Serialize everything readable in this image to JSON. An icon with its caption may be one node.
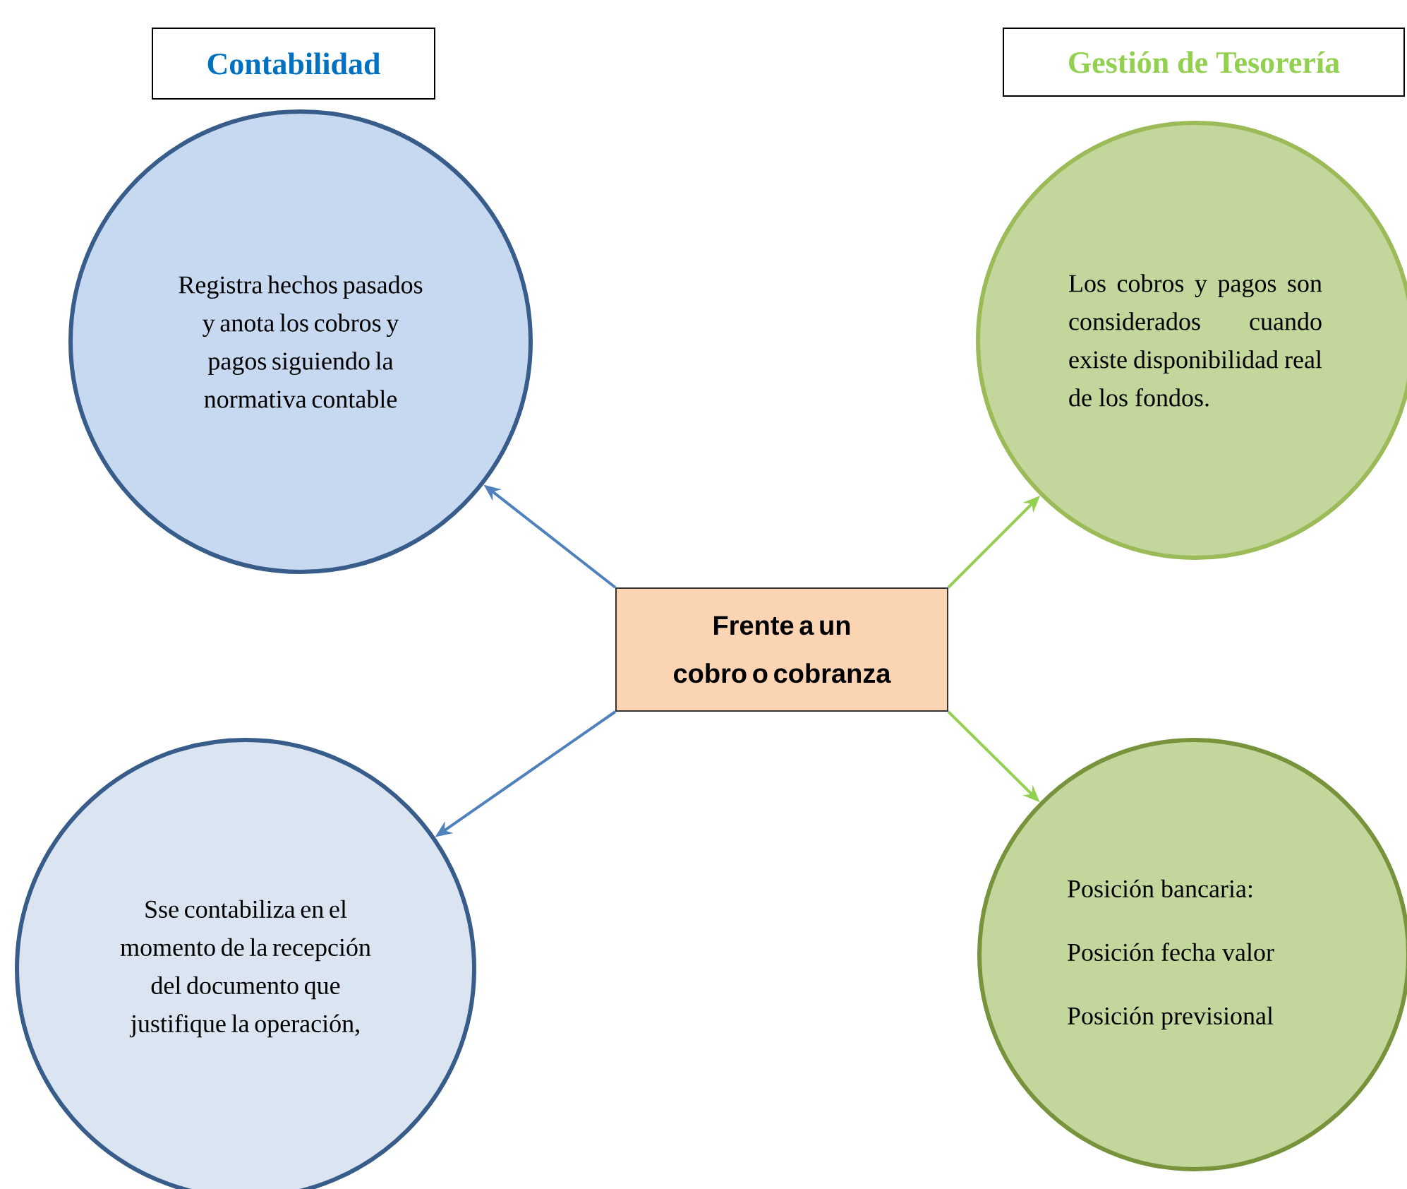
{
  "diagram": {
    "nodes": [
      {
        "text": [
          "Contabilidad"
        ]
      },
      {
        "text": [
          "Gestión de Tesorería"
        ]
      },
      {
        "text": [
          "Registra hechos pasados y anota los cobros y pagos siguiendo la normativa contable"
        ]
      },
      {
        "text": [
          "Los cobros y pagos son considerados cuando existe disponibilidad real de los fondos."
        ]
      },
      {
        "text": [
          "Frente a un cobro o cobranza"
        ]
      },
      {
        "text": [
          "Sse contabiliza en el momento de la recepción del documento que justifique la operación,"
        ]
      },
      {
        "text": [
          "Posición bancaria:",
          "Posición fecha valor",
          "Posición previsional"
        ]
      }
    ],
    "edges": [
      {
        "from": 4,
        "to": 2,
        "arrow": "to",
        "color": "#4f81bd"
      },
      {
        "from": 4,
        "to": 3,
        "arrow": "to",
        "color": "#92d050"
      },
      {
        "from": 4,
        "to": 5,
        "arrow": "to",
        "color": "#4f81bd"
      },
      {
        "from": 4,
        "to": 6,
        "arrow": "to",
        "color": "#92d050"
      }
    ]
  }
}
